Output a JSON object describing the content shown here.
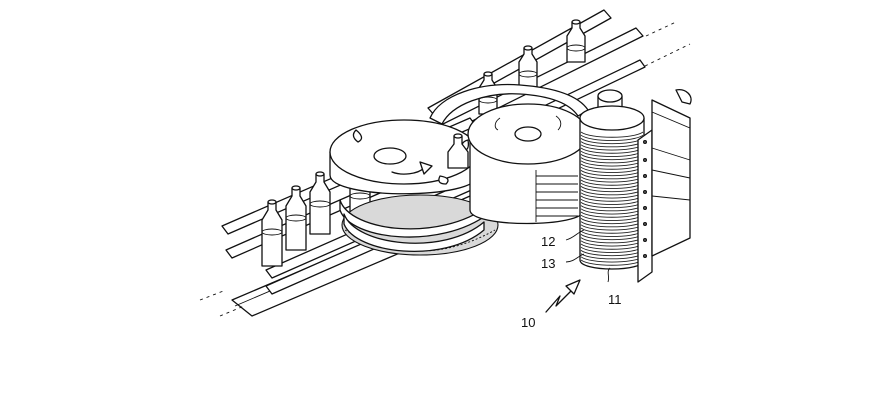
{
  "figure": {
    "reference_labels": {
      "device": "10",
      "drum": "11",
      "upper_marker": "12",
      "lower_marker": "13"
    }
  }
}
